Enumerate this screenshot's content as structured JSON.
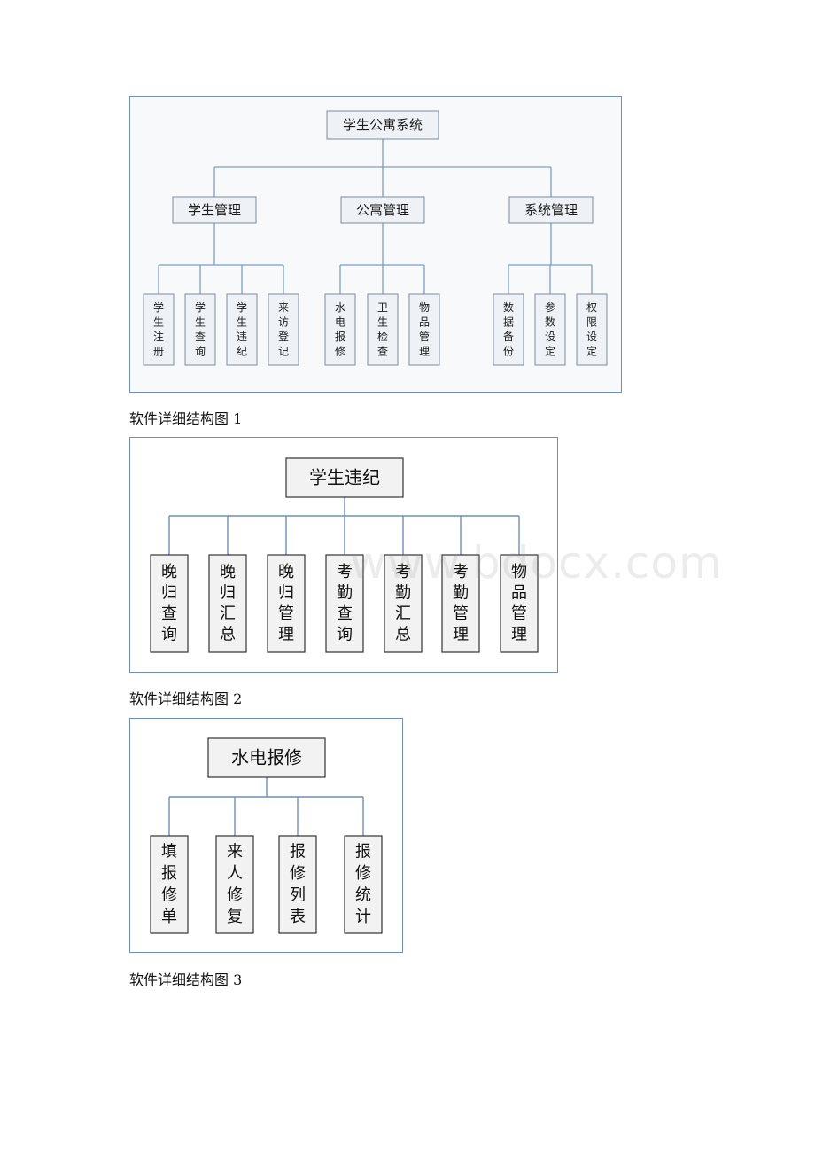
{
  "diagrams": [
    {
      "root": "学生公寓系统",
      "groups": [
        {
          "label": "学生管理",
          "children": [
            "学生注册",
            "学生查询",
            "学生违纪",
            "来访登记"
          ]
        },
        {
          "label": "公寓管理",
          "children": [
            "水电报修",
            "卫生检查",
            "物品管理"
          ]
        },
        {
          "label": "系统管理",
          "children": [
            "数据备份",
            "参数设定",
            "权限设定"
          ]
        }
      ]
    },
    {
      "root": "学生违纪",
      "children": [
        "晚归查询",
        "晚归汇总",
        "晚归管理",
        "考勤查询",
        "考勤汇总",
        "考勤管理",
        "物品管理"
      ]
    },
    {
      "root": "水电报修",
      "children": [
        "填报修单",
        "来人修复",
        "报修列表",
        "报修统计"
      ]
    }
  ],
  "captions": [
    "软件详细结构图 1",
    "软件详细结构图 2",
    "软件详细结构图 3"
  ],
  "watermark": "www.bdocx.com"
}
